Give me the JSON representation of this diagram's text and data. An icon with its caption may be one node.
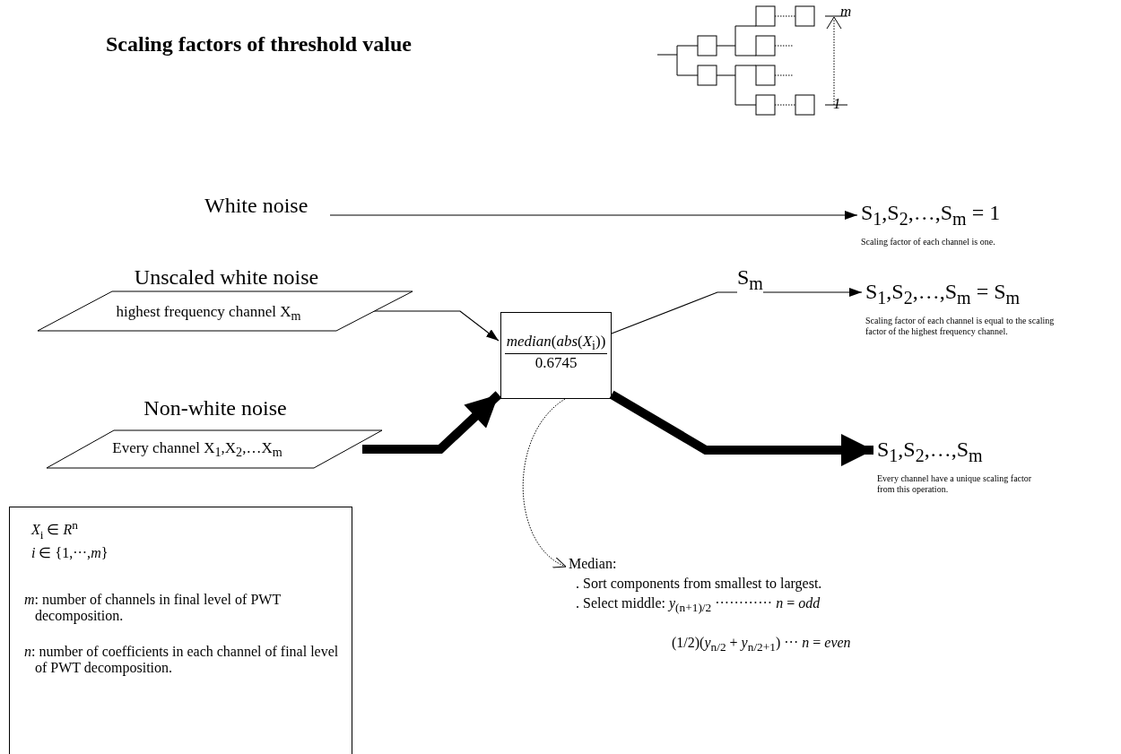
{
  "diagram": {
    "title": "Scaling factors of threshold value",
    "nodes": [
      {
        "text": [
          "White noise"
        ]
      },
      {
        "text": [
          "S$_{1}$,S$_{2}$,…,S$_{m}$ = 1"
        ],
        "beside": [
          "Scaling factor of each channel is one."
        ]
      },
      {
        "text": [
          "Unscaled white noise",
          "highest frequency channel X$_{m}$"
        ]
      },
      {
        "text": [
          "Non-white noise",
          "Every channel X$_{1}$,X$_{2}$,…X$_{m}$"
        ]
      },
      {
        "text": [
          "*median*(*abs*(*X*$_{i}$))",
          "0.6745"
        ]
      },
      {
        "text": [
          "S$_{1}$,S$_{2}$,…,S$_{m}$ = S$_{m}$"
        ],
        "beside": [
          "Scaling factor of each channel is equal to the scaling factor of the highest frequency channel."
        ]
      },
      {
        "text": [
          "S$_{1}$,S$_{2}$,…,S$_{m}$"
        ],
        "beside": [
          "Every channel have a unique scaling factor from this operation."
        ]
      },
      {
        "text": [
          "*X*$_{i}$ ∈ *R*$^{n}$",
          "*i* ∈ {1,···,*m*}",
          "*m*: number of channels in final level of PWT decomposition.",
          "*n*: number of coefficients in each channel of final level of PWT decomposition."
        ]
      },
      {
        "text": [
          "Median:",
          ". Sort components from smallest to largest.",
          ". Select middle: *y*$_{(n+1)/2}$ ············ *n* = *odd*",
          "(1/2)(*y*$_{n/2}$ + *y*$_{n/2+1}$) ··· *n* = *even*"
        ]
      }
    ],
    "edges": [
      {
        "from": 0,
        "to": 1,
        "arrow": "to"
      },
      {
        "from": 2,
        "to": 4,
        "arrow": "to"
      },
      {
        "from": 3,
        "to": 4,
        "arrow": "to",
        "style": "thick"
      },
      {
        "from": 4,
        "to": 5,
        "arrow": "to",
        "label": "S$_{m}$"
      },
      {
        "from": 4,
        "to": 6,
        "arrow": "to",
        "style": "thick"
      },
      {
        "from": 4,
        "to": 8,
        "arrow": "to",
        "style": "dashed"
      }
    ],
    "labels": [
      "m",
      "1"
    ]
  }
}
